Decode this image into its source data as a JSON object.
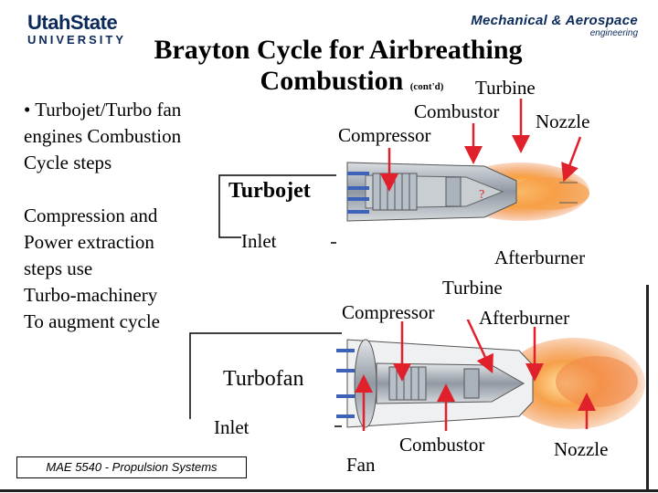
{
  "logos": {
    "usu_line1": "UtahState",
    "usu_line2": "UNIVERSITY",
    "mae_line1": "Mechanical & Aerospace",
    "mae_line2": "engineering"
  },
  "title": {
    "line1": "Brayton Cycle for Airbreathing",
    "line2": "Combustion",
    "suffix": "(cont'd)"
  },
  "bullets": {
    "bullet1": "• Turbojet/Turbo fan engines Combustion Cycle steps",
    "para2_line1": "Compression and",
    "para2_line2": "Power extraction",
    "para2_line3": "steps use",
    "para2_line4": "Turbo-machinery",
    "para2_line5": "To augment cycle"
  },
  "turbojet": {
    "label": "Turbojet",
    "inlet": "Inlet",
    "turbine": "Turbine",
    "combustor": "Combustor",
    "nozzle": "Nozzle",
    "compressor": "Compressor",
    "afterburner": "Afterburner",
    "question": "?"
  },
  "turbofan": {
    "label": "Turbofan",
    "inlet": "Inlet",
    "turbine": "Turbine",
    "compressor": "Compressor",
    "afterburner": "Afterburner",
    "fan": "Fan",
    "combustor": "Combustor",
    "nozzle": "Nozzle"
  },
  "footer": {
    "course": "MAE 5540 - Propulsion Systems"
  },
  "colors": {
    "arrow": "#e0202a",
    "usu_blue": "#0b2a5b",
    "flame": "#f07a2a",
    "engine_gray": "#9aa3ad"
  }
}
